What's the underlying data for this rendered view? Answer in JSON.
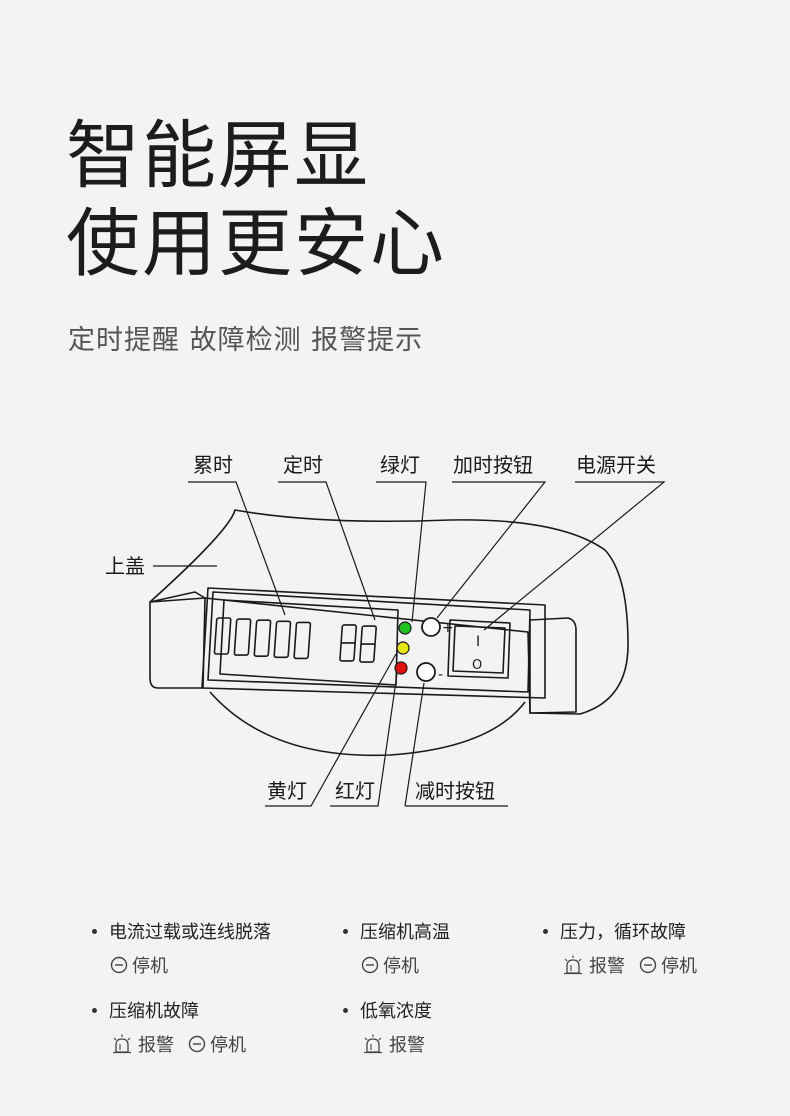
{
  "headline": {
    "line1": "智能屏显",
    "line2": "使用更安心"
  },
  "subline": "定时提醒 故障检测 报警提示",
  "diagram": {
    "labels": {
      "cumulative_time": "累时",
      "timer": "定时",
      "green_light": "绿灯",
      "add_time_button": "加时按钮",
      "power_switch": "电源开关",
      "top_cover": "上盖",
      "yellow_light": "黄灯",
      "red_light": "红灯",
      "reduce_time_button": "减时按钮"
    },
    "plus_sign": "+",
    "minus_sign": "-",
    "switch_on_mark": "I",
    "switch_off_mark": "O",
    "colors": {
      "green": "#1fc21f",
      "yellow": "#e6e60a",
      "red": "#e01010"
    }
  },
  "features": [
    {
      "title": "电流过载或连线脱落",
      "actions": [
        {
          "icon": "stop-icon",
          "label": "停机"
        }
      ]
    },
    {
      "title": "压缩机高温",
      "actions": [
        {
          "icon": "stop-icon",
          "label": "停机"
        }
      ]
    },
    {
      "title": "压力，循环故障",
      "actions": [
        {
          "icon": "alarm-icon",
          "label": "报警"
        },
        {
          "icon": "stop-icon",
          "label": "停机"
        }
      ]
    },
    {
      "title": "压缩机故障",
      "actions": [
        {
          "icon": "alarm-icon",
          "label": "报警"
        },
        {
          "icon": "stop-icon",
          "label": "停机"
        }
      ]
    },
    {
      "title": "低氧浓度",
      "actions": [
        {
          "icon": "alarm-icon",
          "label": "报警"
        }
      ]
    }
  ]
}
